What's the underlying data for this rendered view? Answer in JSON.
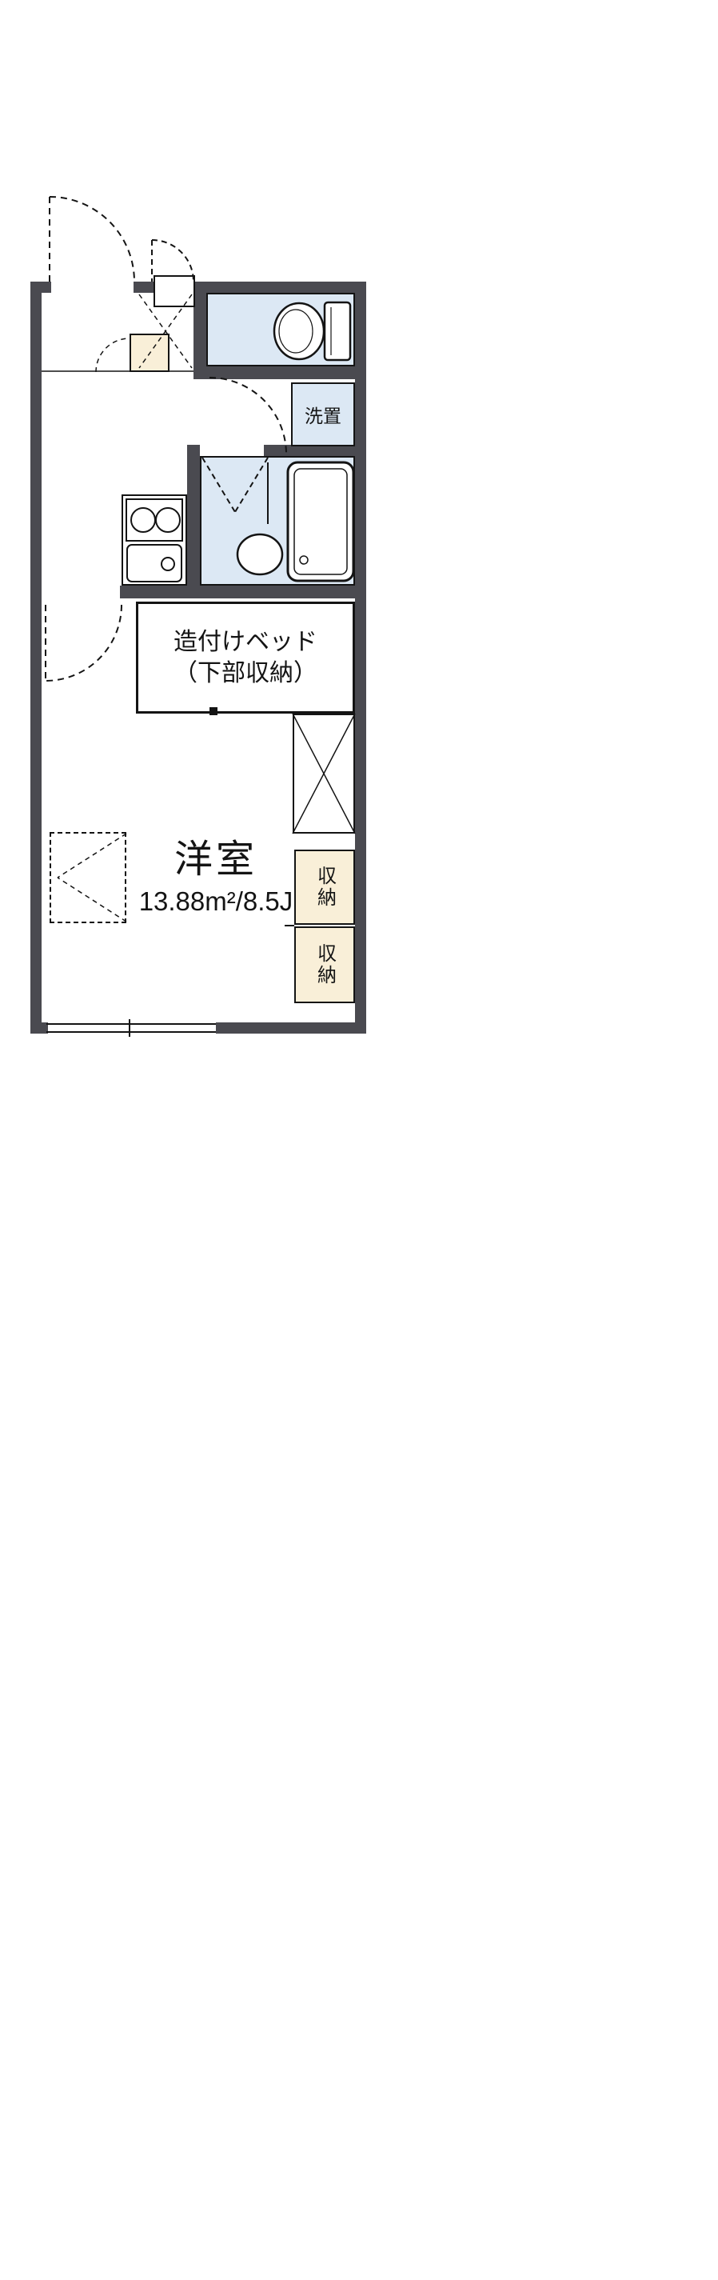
{
  "floorplan": {
    "rooms": {
      "laundry": {
        "label": "洗置"
      },
      "built_in_bed": {
        "line1": "造付けベッド",
        "line2": "（下部収納）"
      },
      "main_room": {
        "name": "洋室",
        "size": "13.88m²/8.5J"
      },
      "storage_upper": {
        "label": "収納"
      },
      "storage_lower": {
        "label": "収納"
      }
    },
    "colors": {
      "wall": "#4a4a50",
      "wet_floor": "#dce8f4",
      "storage_floor": "#f9efd8",
      "line": "#141414",
      "background": "#ffffff"
    }
  }
}
